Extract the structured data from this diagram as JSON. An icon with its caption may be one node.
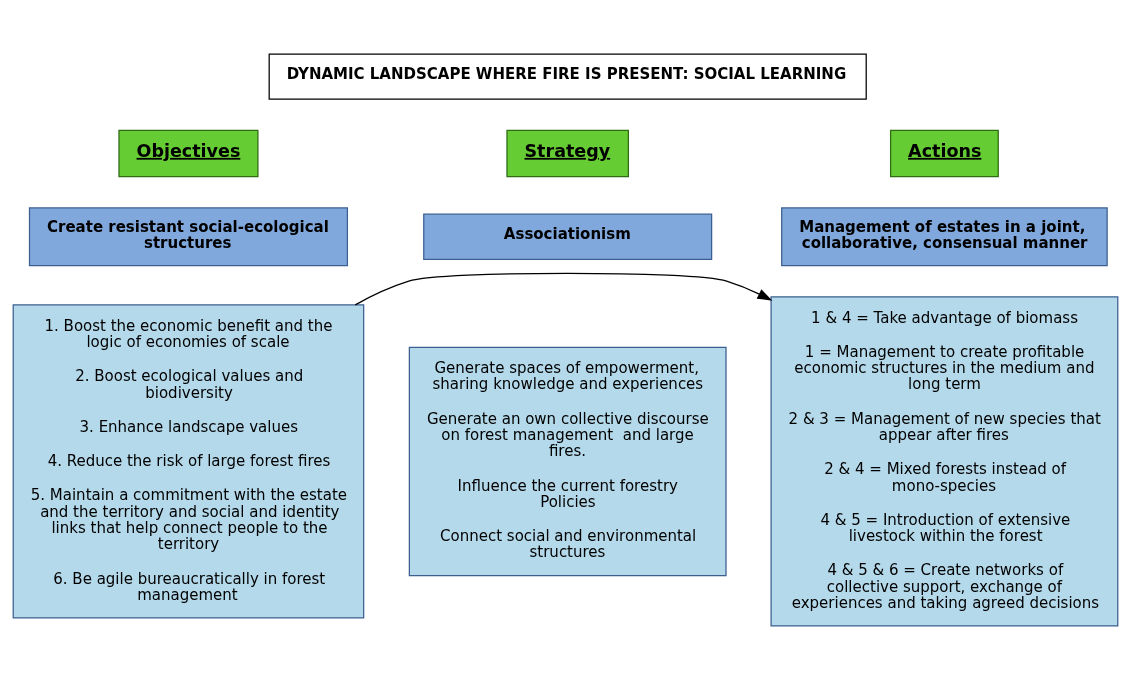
{
  "diagram": {
    "nodes": [
      {
        "text": [
          "DYNAMIC LANDSCAPE WHERE FIRE IS PRESENT: SOCIAL LEARNING"
        ]
      },
      {
        "text": [
          "Objectives"
        ]
      },
      {
        "text": [
          "Strategy"
        ]
      },
      {
        "text": [
          "Actions"
        ]
      },
      {
        "text": [
          "Create resistant social-ecological structures"
        ]
      },
      {
        "text": [
          "Associationism"
        ]
      },
      {
        "text": [
          "Management of estates in a joint, collaborative, consensual manner"
        ]
      },
      {
        "text": [
          "1. Boost the economic benefit and the logic of economies of scale",
          "2. Boost ecological values and biodiversity",
          "3. Enhance landscape values",
          "4. Reduce the risk of large forest fires",
          "5. Maintain a commitment with the estate and the territory and social and identity links that help connect people to the territory",
          "6. Be agile bureaucratically in forest management"
        ]
      },
      {
        "text": [
          "Generate spaces of empowerment, sharing knowledge and experiences",
          "Generate an own collective discourse on forest management  and large fires.",
          "Influence the current forestry Policies",
          "Connect social and environmental structures"
        ]
      },
      {
        "text": [
          "1 & 4 = Take advantage of biomass",
          "1 = Management to create profitable economic structures in the medium and long term",
          "2 & 3 = Management of new species that appear after fires",
          "2 & 4 = Mixed forests instead of mono-species",
          "4 & 5 = Introduction of extensive livestock within the forest",
          "4 & 5 & 6 = Create networks of collective support, exchange of experiences and taking agreed decisions"
        ]
      }
    ],
    "edges": [
      {
        "from": 7,
        "to": 9,
        "arrow": "to"
      }
    ]
  }
}
